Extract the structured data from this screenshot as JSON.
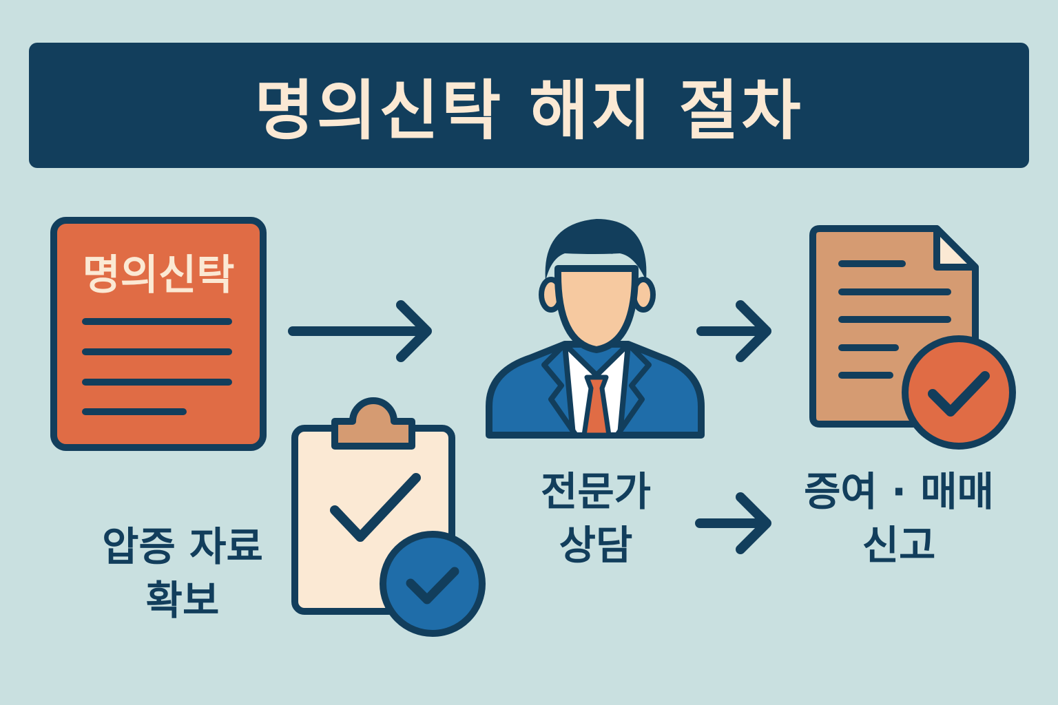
{
  "title": "명의신탁 해지 절차",
  "document": {
    "title": "명의신탁"
  },
  "steps": [
    {
      "lines": [
        "압증 자료",
        "확보"
      ]
    },
    {
      "lines": [
        "전문가",
        "상담"
      ]
    },
    {
      "lines": [
        "증여 · 매매",
        "신고"
      ]
    }
  ],
  "colors": {
    "background": "#c9e0e0",
    "navy": "#123e5c",
    "cream": "#fbe9d4",
    "orange": "#e06c45",
    "tan": "#d59b72",
    "blue": "#1f6da9",
    "skin": "#f6c9a0"
  },
  "icons": [
    "document-icon",
    "clipboard-check-icon",
    "consultant-person-icon",
    "approved-document-icon",
    "arrow-right-icon"
  ]
}
